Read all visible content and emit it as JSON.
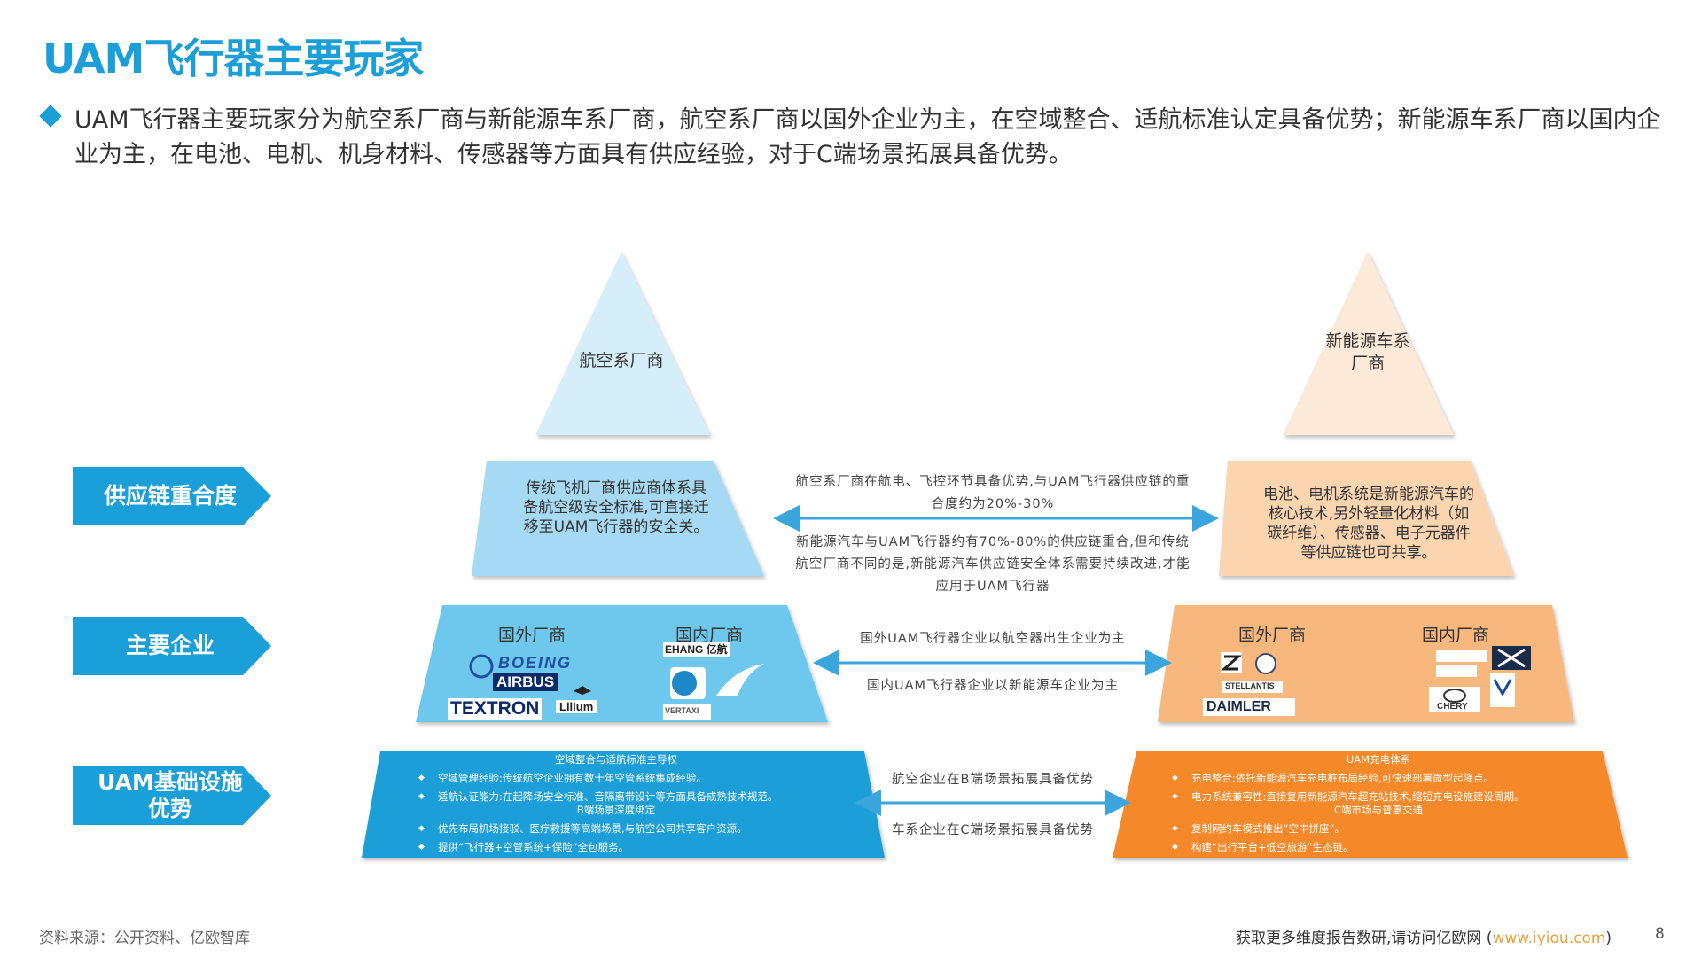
{
  "title": "UAM飞行器主要玩家",
  "intro": "UAM飞行器主要玩家分为航空系厂商与新能源车系厂商，航空系厂商以国外企业为主，在空域整合、适航标准认定具备优势；新能源车系厂商以国内企业为主，在电池、电机、机身材料、传感器等方面具有供应经验，对于C端场景拓展具备优势。",
  "row_labels": {
    "supply": "供应链重合度",
    "companies": "主要企业",
    "infra_line1": "UAM基础设施",
    "infra_line2": "优势"
  },
  "left": {
    "top": "航空系厂商",
    "supply": "传统飞机厂商供应商体系具备航空级安全标准,可直接迁移至UAM飞行器的安全关。",
    "foreign": "国外厂商",
    "domestic": "国内厂商",
    "logos": {
      "boeing": "BOEING",
      "airbus": "AIRBUS",
      "textron": "TEXTRON",
      "lilium": "Lilium",
      "ehang": "EHANG 亿航",
      "vertaxi": "VERTAXI"
    },
    "infra_head": "空域整合与适航标准主导权",
    "infra_items": [
      "空域管理经验:传统航空企业拥有数十年空管系统集成经验。",
      "适航认证能力:在起降场安全标准、音隔离带设计等方面具备成熟技术规范。"
    ],
    "infra_subhead": "B端场景深度绑定",
    "infra_items2": [
      "优先布局机场接驳、医疗救援等高端场景,与航空公司共享客户资源。",
      "提供“飞行器+空管系统+保险”全包服务。"
    ]
  },
  "right": {
    "top_line1": "新能源车系",
    "top_line2": "厂商",
    "supply": "电池、电机系统是新能源汽车的核心技术,另外轻量化材料（如碳纤维）、传感器、电子元器件等供应链也可共享。",
    "foreign": "国外厂商",
    "domestic": "国内厂商",
    "logos": {
      "stellantis": "STELLANTIS",
      "daimler": "DAIMLER",
      "chery": "CHERY"
    },
    "infra_head": "UAM充电体系",
    "infra_items": [
      "充电整合:依托新能源汽车充电桩布局经验,可快速部署微型起降点。",
      "电力系统兼容性:直接复用新能源汽车超充站技术,缩短充电设施建设周期。"
    ],
    "infra_subhead": "C端市场与普惠交通",
    "infra_items2": [
      "复制网约车模式推出“空中拼座”。",
      "构建“出行平台+低空旅游”生态链。"
    ]
  },
  "middle": {
    "supply_top": "航空系厂商在航电、飞控环节具备优势,与UAM飞行器供应链的重合度约为20%-30%",
    "supply_bottom": "新能源汽车与UAM飞行器约有70%-80%的供应链重合,但和传统航空厂商不同的是,新能源汽车供应链安全体系需要持续改进,才能应用于UAM飞行器",
    "company_top": "国外UAM飞行器企业以航空器出生企业为主",
    "company_bottom": "国内UAM飞行器企业以新能源车企业为主",
    "infra_top": "航空企业在B端场景拓展具备优势",
    "infra_bottom": "车系企业在C端场景拓展具备优势"
  },
  "footer": {
    "source": "资料来源：公开资料、亿欧智库",
    "more": "获取更多维度报告数研,请访问亿欧网 (",
    "link": "www.iyiou.com",
    "close": ")",
    "page": "8"
  },
  "colors": {
    "accent": "#1a9fd9",
    "left_light": "#d6eefa",
    "left_mid": "#a6daf4",
    "left_mid2": "#6ec7ec",
    "left_dark": "#1a9fd9",
    "right_light": "#fde9d8",
    "right_mid": "#fbd4b0",
    "right_mid2": "#f8b77b",
    "right_dark": "#f5892b"
  }
}
